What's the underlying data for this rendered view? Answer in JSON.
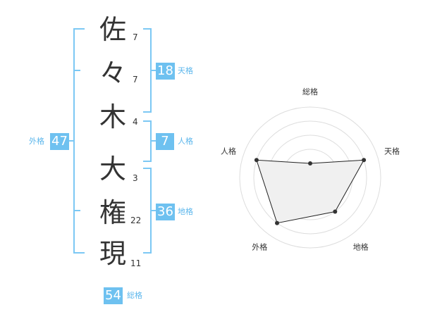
{
  "name": {
    "chars": [
      {
        "char": "佐",
        "strokes": "7"
      },
      {
        "char": "々",
        "strokes": "7"
      },
      {
        "char": "木",
        "strokes": "4"
      },
      {
        "char": "大",
        "strokes": "3"
      },
      {
        "char": "権",
        "strokes": "22"
      },
      {
        "char": "現",
        "strokes": "11"
      }
    ]
  },
  "fortune": {
    "tenkaku": {
      "value": "18",
      "label": "天格"
    },
    "jinkaku": {
      "value": "7",
      "label": "人格"
    },
    "chikaku": {
      "value": "36",
      "label": "地格"
    },
    "gaikaku": {
      "value": "47",
      "label": "外格"
    },
    "soukaku": {
      "value": "54",
      "label": "総格"
    }
  },
  "colors": {
    "accent": "#6ec1f0",
    "bracket": "#7cc8f4",
    "label": "#5db7ec",
    "text": "#333333",
    "radar_fill": "#f0f0f0",
    "radar_grid": "#dddddd"
  },
  "chart_data": {
    "type": "radar",
    "categories": [
      "総格",
      "天格",
      "地格",
      "外格",
      "人格"
    ],
    "values": [
      1,
      4,
      3,
      4,
      4
    ],
    "rmax": 5,
    "rings": 4,
    "grid": true
  }
}
